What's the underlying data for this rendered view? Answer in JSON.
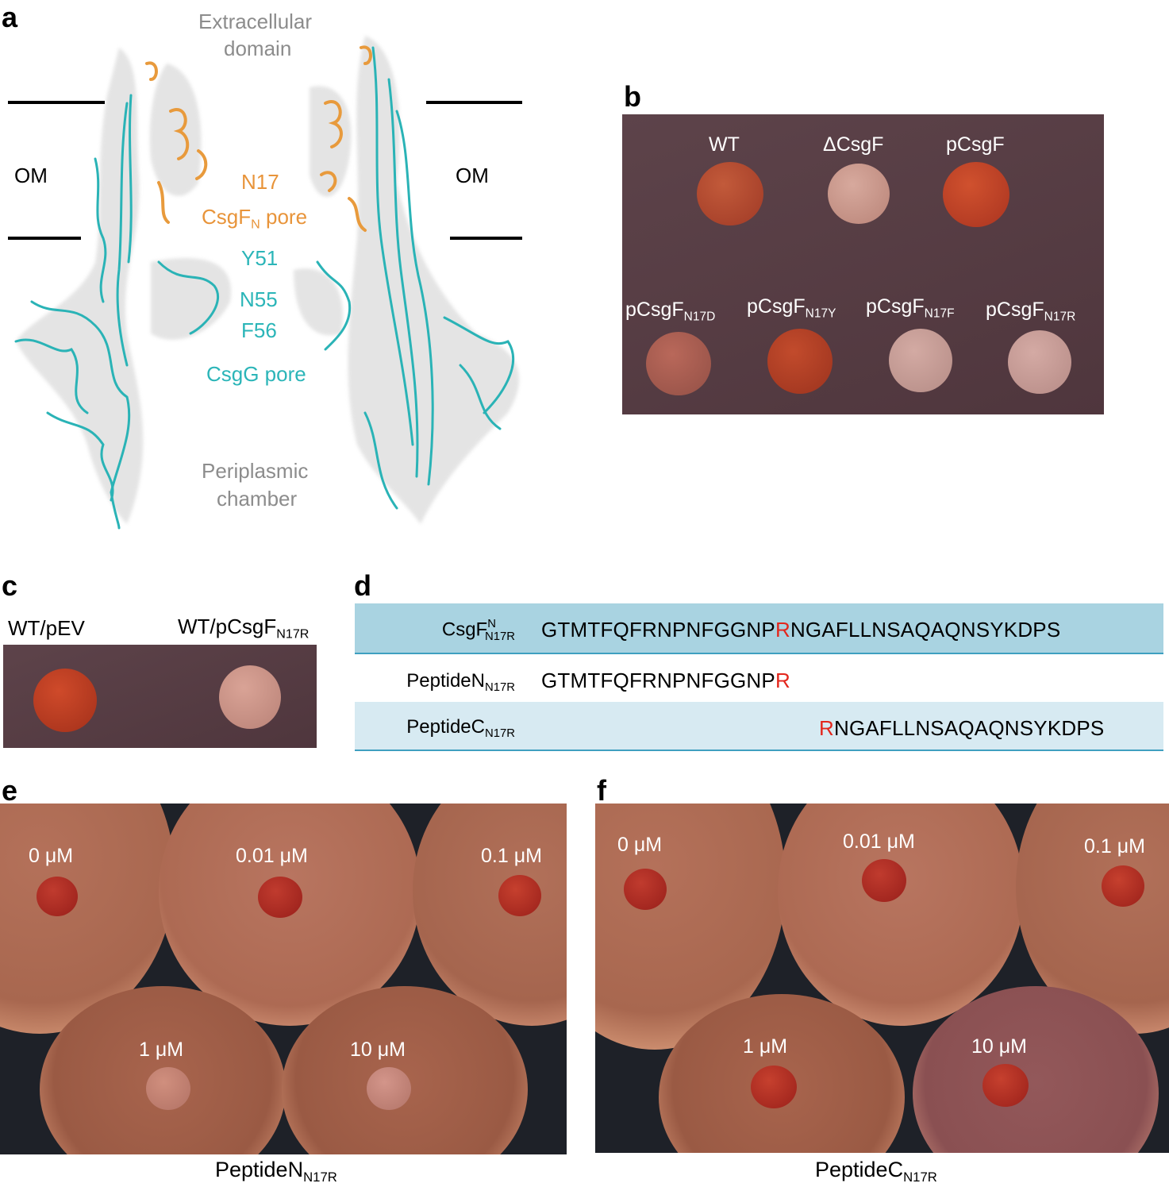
{
  "panels": {
    "a": {
      "letter": "a",
      "top_label": [
        "Extracellular",
        "domain"
      ],
      "om_left": "OM",
      "om_right": "OM",
      "n17": "N17",
      "csgfn_pore": {
        "main": "CsgF",
        "sub": "N",
        "rest": " pore"
      },
      "y51": "Y51",
      "n55": "N55",
      "f56": "F56",
      "csgg_pore": "CsgG pore",
      "bottom_label": [
        "Periplasmic",
        "chamber"
      ]
    },
    "b": {
      "letter": "b",
      "row1": [
        "WT",
        "ΔCsgF",
        "pCsgF"
      ],
      "row2": [
        {
          "main": "pCsgF",
          "sub": "N17D"
        },
        {
          "main": "pCsgF",
          "sub": "N17Y"
        },
        {
          "main": "pCsgF",
          "sub": "N17F"
        },
        {
          "main": "pCsgF",
          "sub": "N17R"
        }
      ]
    },
    "c": {
      "letter": "c",
      "left": "WT/pEV",
      "right": {
        "main": "WT/pCsgF",
        "sub": "N17R"
      }
    },
    "d": {
      "letter": "d",
      "rows": [
        {
          "label_main": "CsgF",
          "label_sup": "N",
          "label_sub": "N17R",
          "seq_before": "GTMTFQFRNPNFGGNP",
          "seq_mut": "R",
          "seq_after": "NGAFLLNSAQAQNSYKDPS"
        },
        {
          "label_main": "PeptideN",
          "label_sub": "N17R",
          "seq_before": "GTMTFQFRNPNFGGNP",
          "seq_mut": "R",
          "seq_after": ""
        },
        {
          "label_main": "PeptideC",
          "label_sub": "N17R",
          "seq_before": "",
          "seq_mut": "R",
          "seq_after": "NGAFLLNSAQAQNSYKDPS"
        }
      ]
    },
    "e": {
      "letter": "e",
      "concentrations": [
        "0 μM",
        "0.01 μM",
        "0.1 μM",
        "1 μM",
        "10 μM"
      ],
      "caption": {
        "main": "PeptideN",
        "sub": "N17R"
      }
    },
    "f": {
      "letter": "f",
      "concentrations": [
        "0 μM",
        "0.01 μM",
        "0.1 μM",
        "1 μM",
        "10 μM"
      ],
      "caption": {
        "main": "PeptideC",
        "sub": "N17R"
      }
    }
  },
  "colors": {
    "orange_label": "#e8943a",
    "teal_label": "#2bb5b8",
    "mutation_red": "#e3261c",
    "plate_bg": "#5a4047",
    "row_blue_dark": "#a9d3e1",
    "row_blue_light": "#d7eaf2"
  }
}
